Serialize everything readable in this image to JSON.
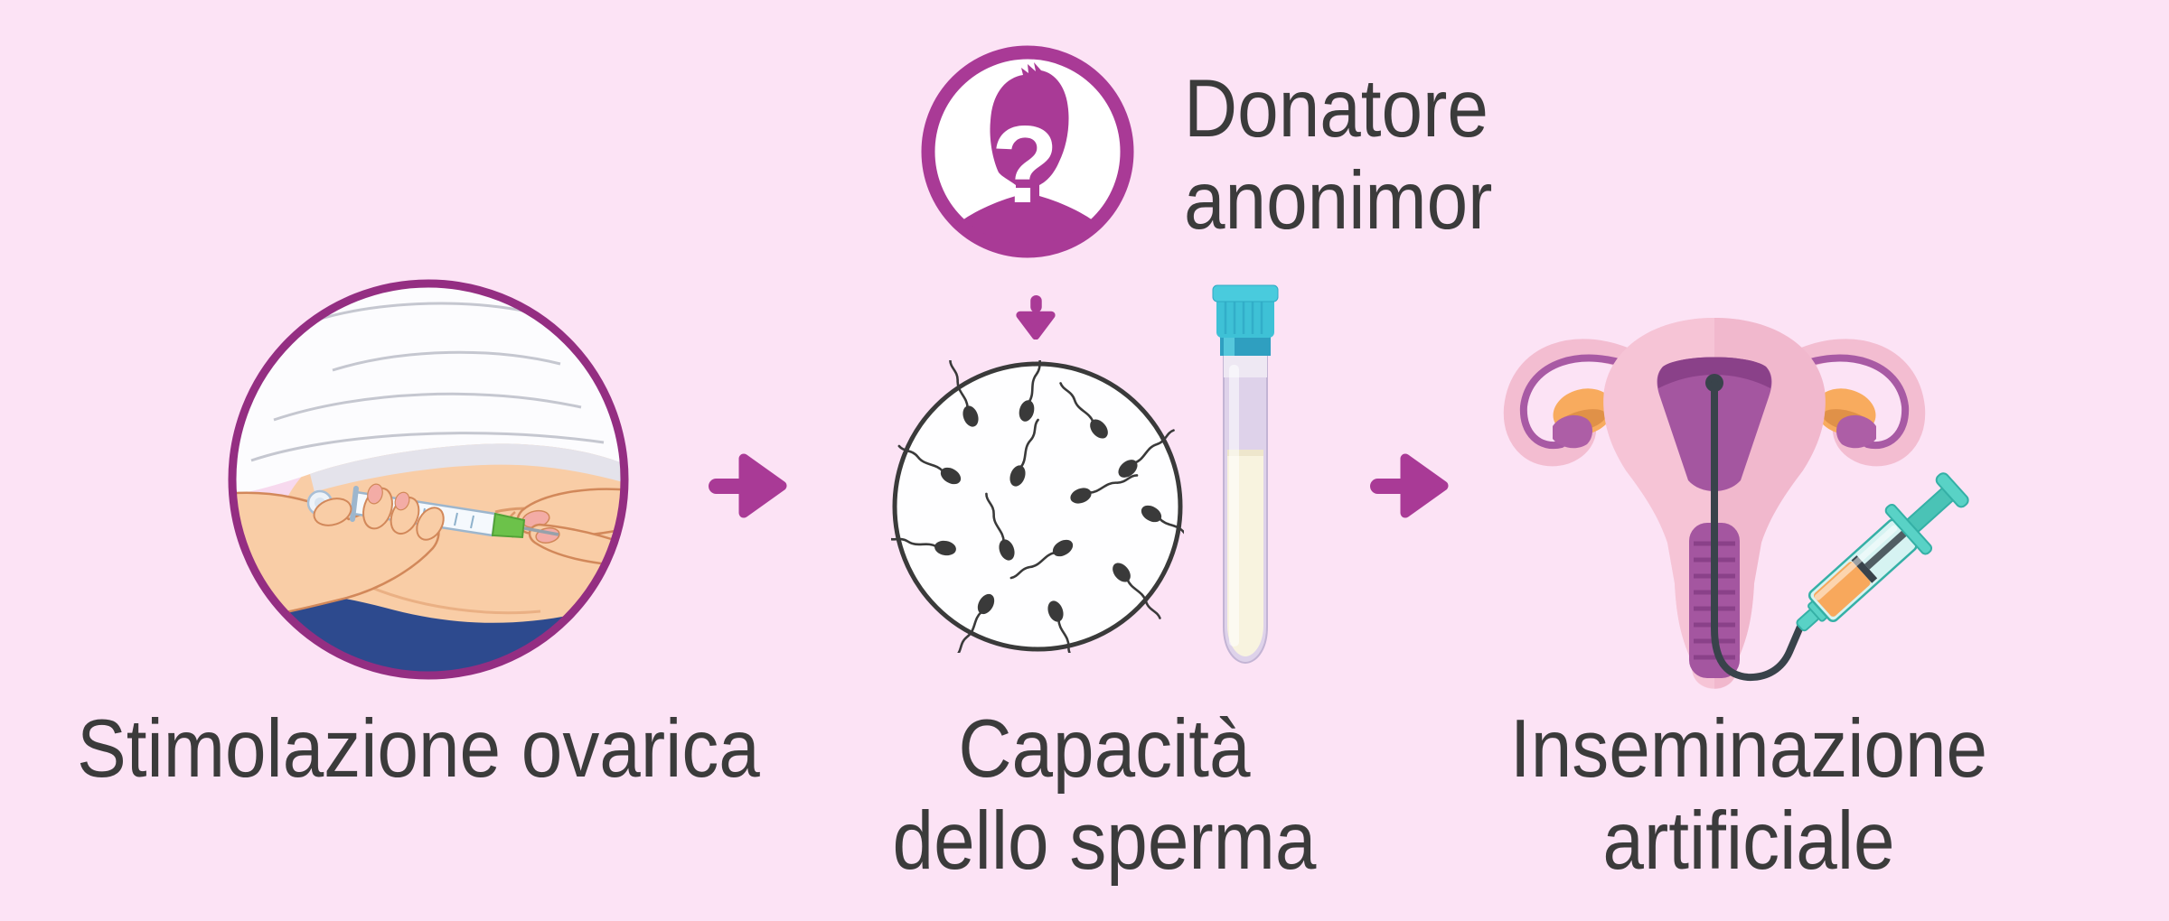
{
  "figure": {
    "type": "medical-infographic",
    "topic": "artificial insemination with anonymous donor sperm"
  },
  "colors": {
    "background": "#fce3f5",
    "accent": "#a93a96",
    "step1_ring": "#942e82",
    "text": "#3b3b3b",
    "skin": "#f9cda6",
    "pants": "#2d4a8e",
    "shirt": "#fcfcfe",
    "tube_cap": "#3ec1d6",
    "tube_liquid": "#f8f3df",
    "sperm": "#3a3a3a",
    "uterus_pink": "#f3bdd1",
    "uterus_purple": "#a456a0",
    "ovary_orange": "#f8ab5e",
    "catheter": "#39434b",
    "syringe_teal": "#59d2c6",
    "syringe_liquid_orange": "#f8a85c",
    "needle_hub_green": "#6cc24a"
  },
  "donor": {
    "line1": "Donatore",
    "line2": "anonimor",
    "question_mark": "?"
  },
  "steps": [
    {
      "label": "Stimolazione ovarica"
    },
    {
      "line1": "Capacità",
      "line2": "dello sperma"
    },
    {
      "line1": "Inseminazione",
      "line2": "artificiale"
    }
  ],
  "icons": [
    "belly-injection-icon",
    "anonymous-donor-icon",
    "down-arrow-icon",
    "right-arrow-icon",
    "sperm-sample-icon",
    "test-tube-icon",
    "uterus-insemination-icon"
  ]
}
